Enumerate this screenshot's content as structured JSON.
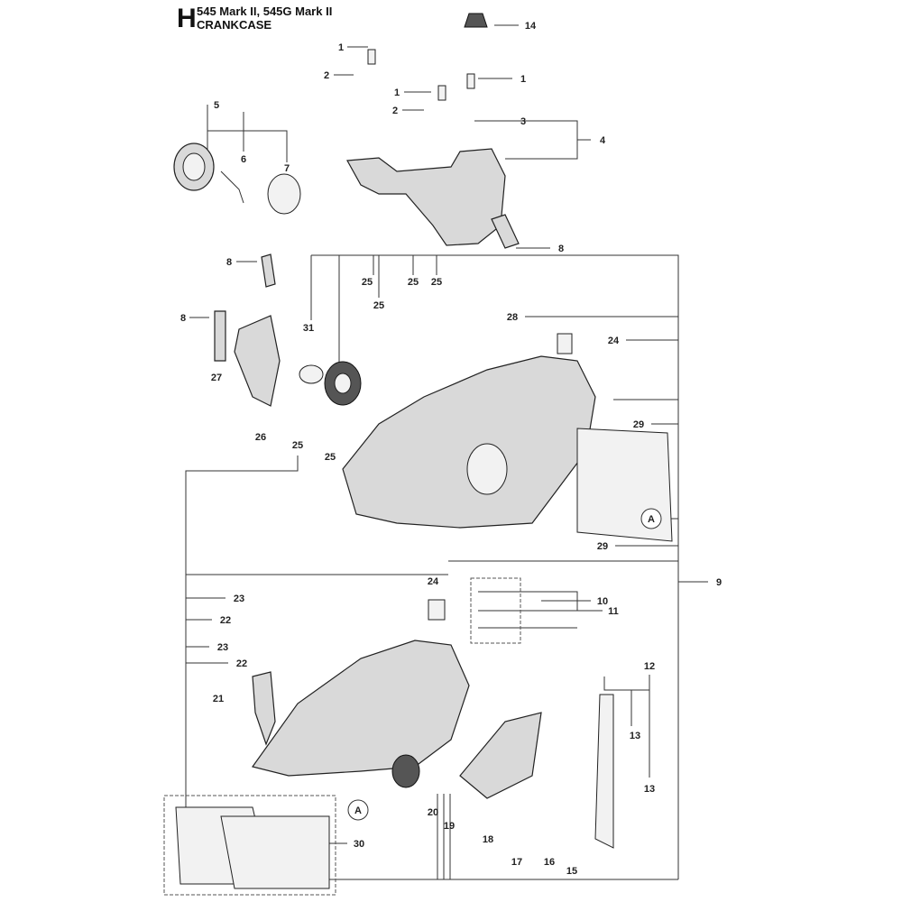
{
  "header": {
    "section_letter": "H",
    "models": "545 Mark II, 545G Mark II",
    "title": "CRANKCASE"
  },
  "callouts": [
    "1",
    "2",
    "1",
    "2",
    "1",
    "14",
    "3",
    "4",
    "5",
    "6",
    "7",
    "8",
    "8",
    "25",
    "25",
    "25",
    "25",
    "31",
    "28",
    "24",
    "8",
    "27",
    "26",
    "25",
    "25",
    "29",
    "A",
    "29",
    "24",
    "10",
    "11",
    "9",
    "23",
    "22",
    "23",
    "22",
    "21",
    "12",
    "13",
    "13",
    "20",
    "19",
    "18",
    "17",
    "16",
    "15",
    "A",
    "30"
  ]
}
